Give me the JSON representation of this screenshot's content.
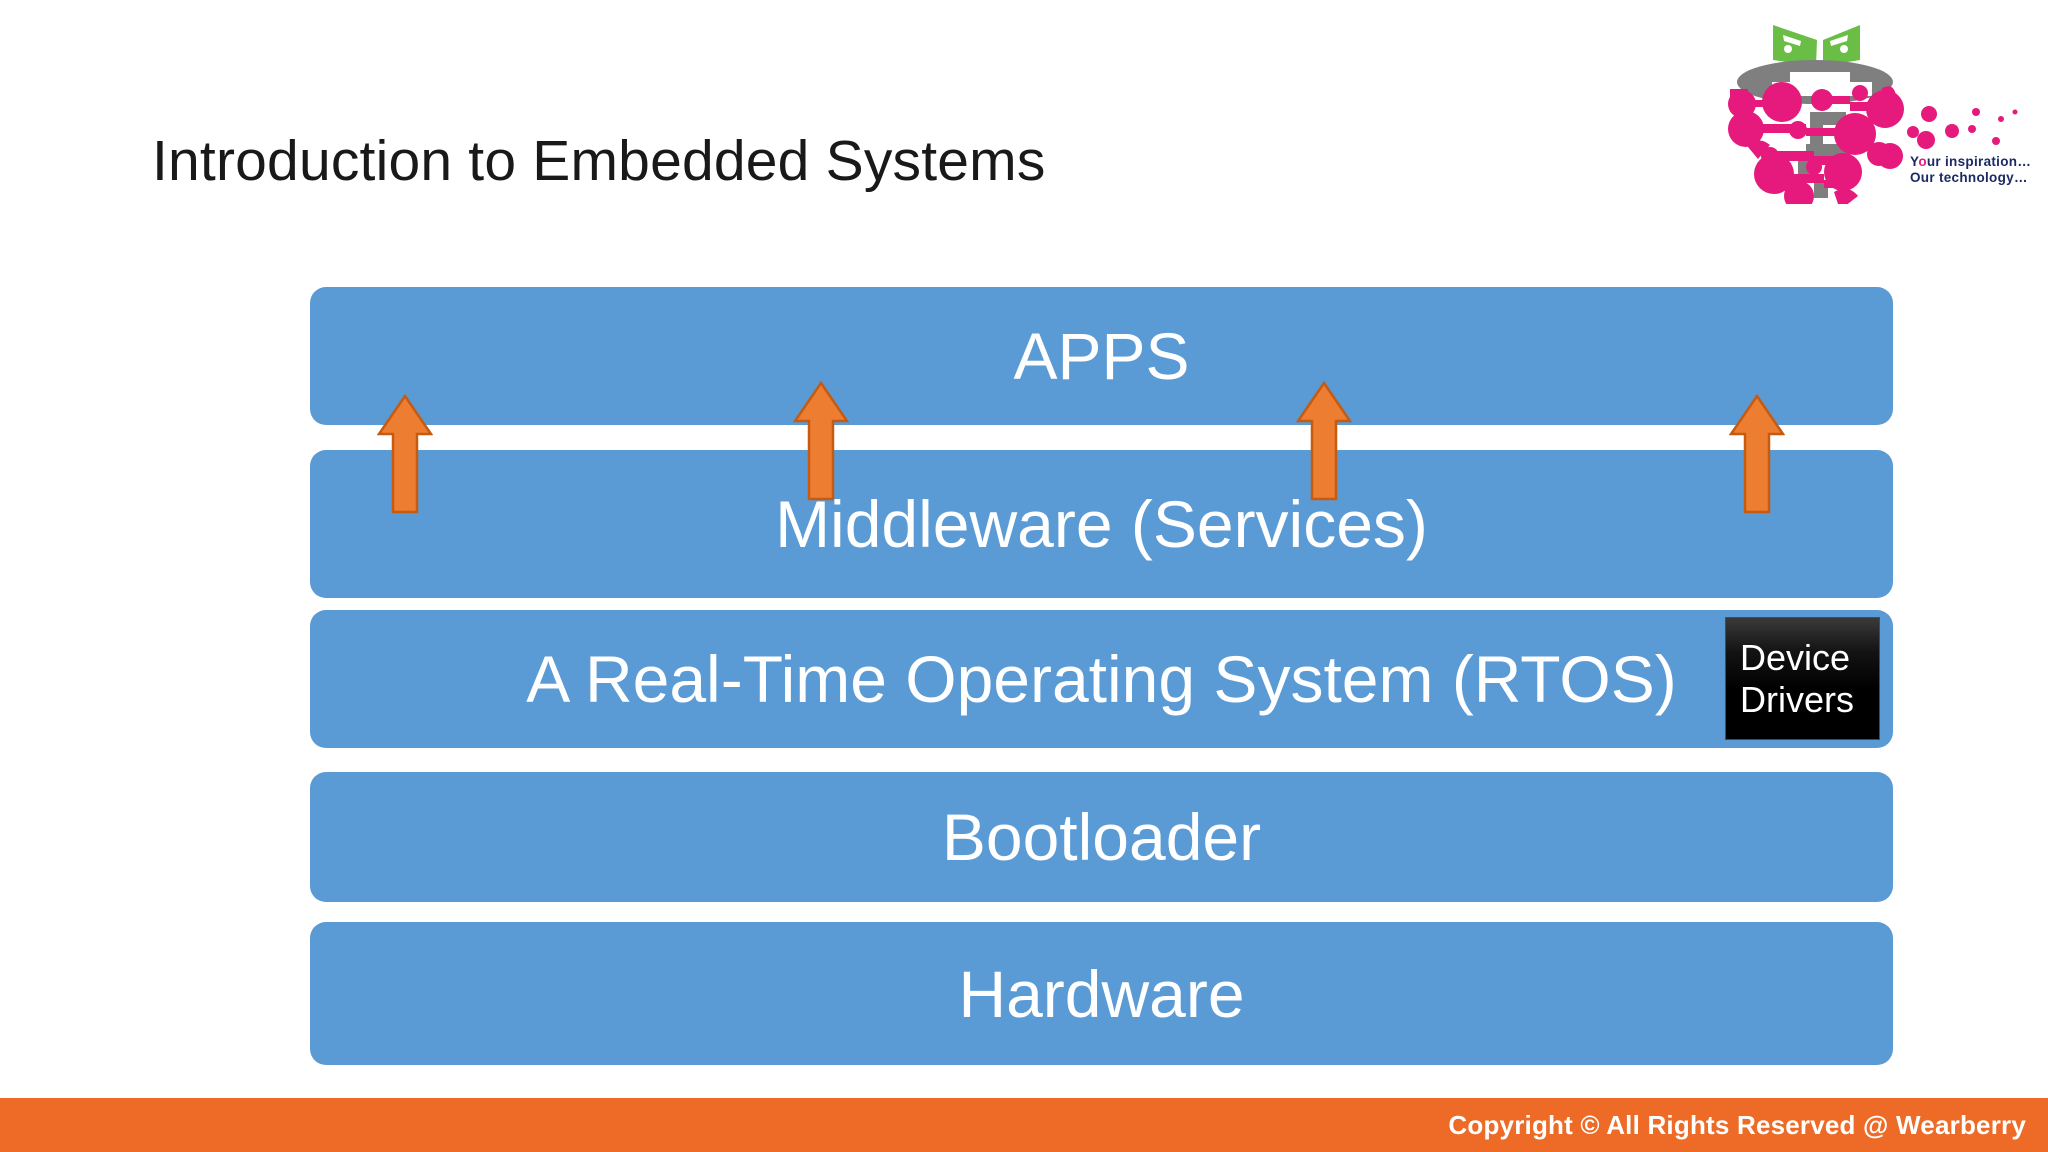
{
  "slide": {
    "title": "Introduction to Embedded Systems",
    "background_color": "#FFFFFF"
  },
  "logo": {
    "name": "wearberry-logo",
    "berry_color": "#E6197D",
    "leaf_color": "#6BBE45",
    "circuit_color": "#7F7F7F",
    "tagline_line1_prefix": "Y",
    "tagline_line1_accent": "o",
    "tagline_line1_suffix": "ur inspiration…",
    "tagline_line2": "Our technology…",
    "tagline_color": "#1B2A63",
    "accent_color": "#E6197D"
  },
  "diagram": {
    "type": "layered-stack",
    "bar_color": "#5B9BD5",
    "bar_text_color": "#FFFFFF",
    "arrow_color": "#ED7D31",
    "arrow_border_color": "#C55A11",
    "arrow_count": 4,
    "layers": [
      {
        "id": "apps",
        "label": "APPS"
      },
      {
        "id": "middleware",
        "label": "Middleware (Services)"
      },
      {
        "id": "rtos",
        "label": "A Real-Time Operating System (RTOS)"
      },
      {
        "id": "bootloader",
        "label": "Bootloader"
      },
      {
        "id": "hardware",
        "label": "Hardware"
      }
    ],
    "overlay_box": {
      "id": "device-drivers",
      "line1": "Device",
      "line2": "Drivers",
      "background_color": "#000000",
      "text_color": "#FFFFFF"
    }
  },
  "footer": {
    "text": "Copyright © All Rights Reserved @ Wearberry",
    "background_color": "#ED6B26",
    "text_color": "#FFFFFF"
  }
}
